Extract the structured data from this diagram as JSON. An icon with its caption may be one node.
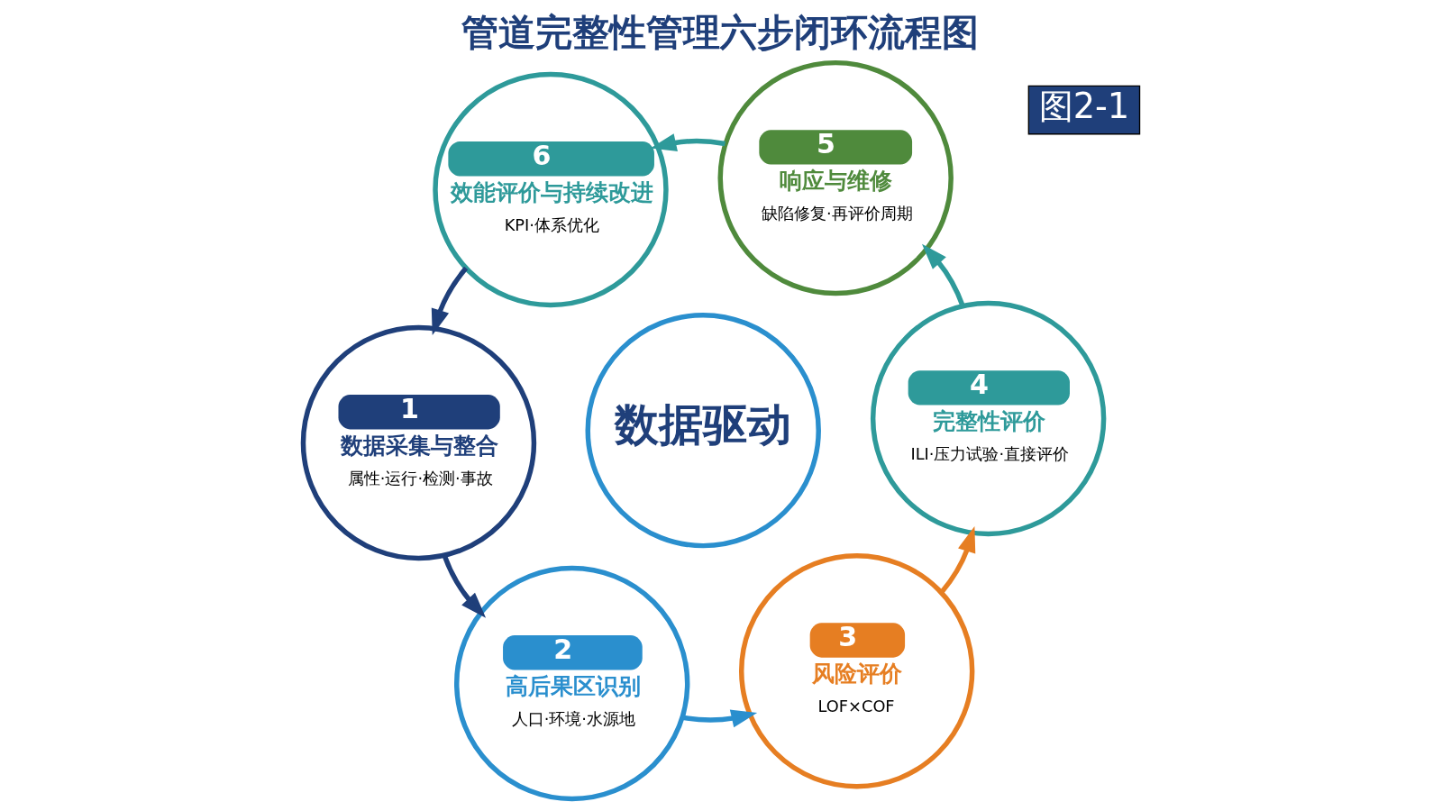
{
  "diagram": {
    "title": "管道完整性管理六步闭环流程图",
    "nodes": [
      {
        "text": [
          "1",
          "数据采集与整合",
          "属性·运行·检测·事故"
        ]
      },
      {
        "text": [
          "2",
          "高后果区识别",
          "人口·环境·水源地"
        ]
      },
      {
        "text": [
          "3",
          "风险评价",
          "LOF×COF"
        ]
      },
      {
        "text": [
          "4",
          "完整性评价",
          "ILI·压力试验·直接评价"
        ]
      },
      {
        "text": [
          "5",
          "响应与维修",
          "缺陷修复·再评价周期"
        ]
      },
      {
        "text": [
          "6",
          "效能评价与持续改进",
          "KPI·体系优化"
        ]
      },
      {
        "text": [
          "数据驱动"
        ]
      }
    ],
    "edges": [
      {
        "from": 0,
        "to": 1,
        "arrow": "to",
        "color": "#1f3f7a"
      },
      {
        "from": 1,
        "to": 2,
        "arrow": "to",
        "color": "#2a8fce"
      },
      {
        "from": 2,
        "to": 3,
        "arrow": "to",
        "color": "#e67e22"
      },
      {
        "from": 3,
        "to": 4,
        "arrow": "to",
        "color": "#2e9a9a"
      },
      {
        "from": 4,
        "to": 5,
        "arrow": "to",
        "color": "#2e9a9a"
      },
      {
        "from": 5,
        "to": 0,
        "arrow": "to",
        "color": "#1f3f7a"
      }
    ],
    "labels": [
      "图2-1"
    ]
  }
}
